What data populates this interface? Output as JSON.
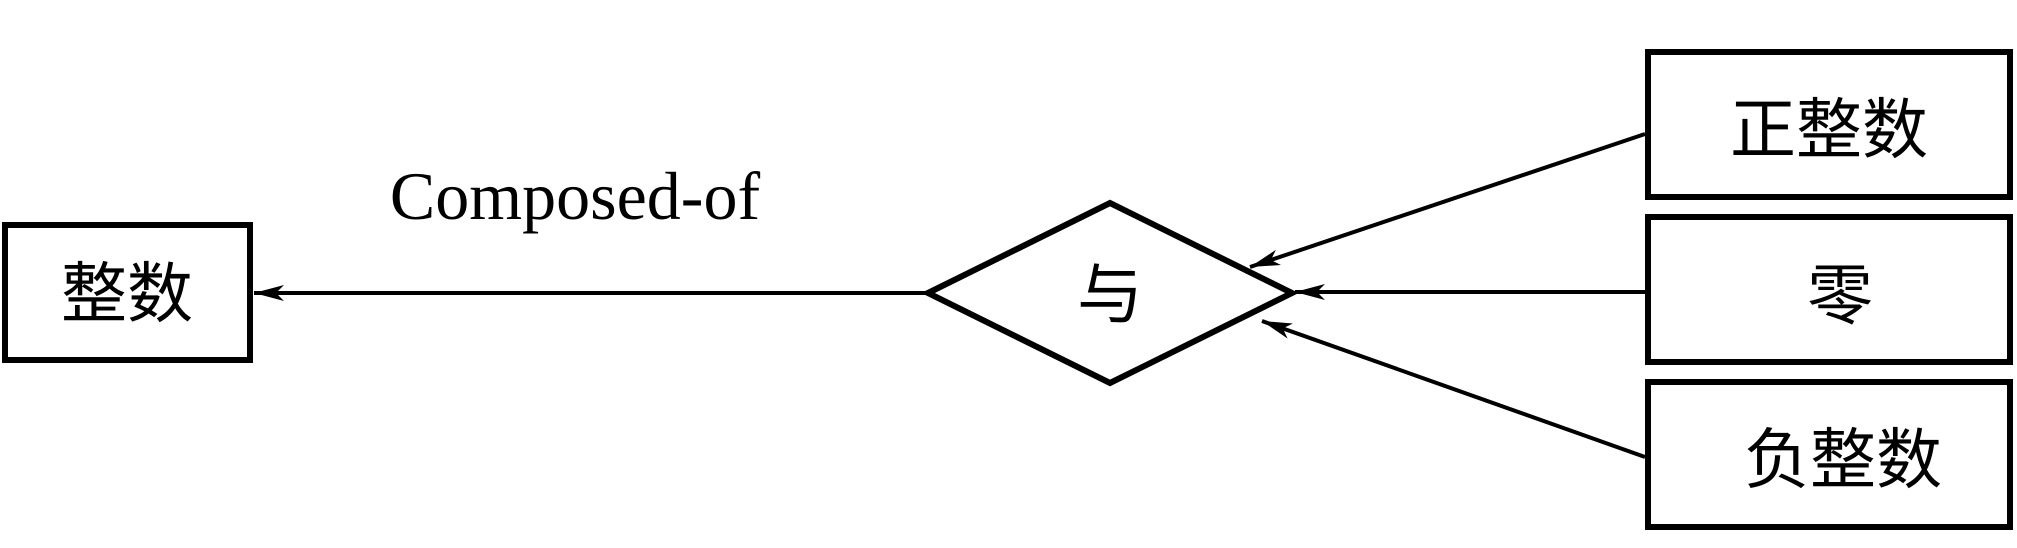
{
  "diagram": {
    "nodes": {
      "target": {
        "label": "整数"
      },
      "junction": {
        "label": "与"
      },
      "sources": [
        {
          "label": "正整数"
        },
        {
          "label": "零"
        },
        {
          "label": "负整数"
        }
      ]
    },
    "edge_label": "Composed-of",
    "colors": {
      "stroke": "#000000",
      "background": "#ffffff"
    }
  }
}
